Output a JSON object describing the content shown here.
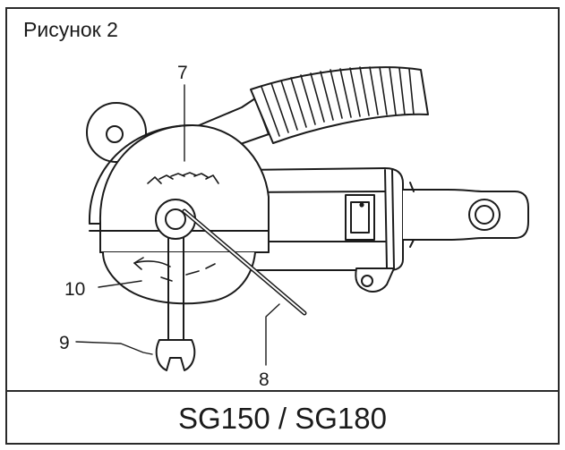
{
  "figure": {
    "title": "Рисунок 2",
    "caption": "SG150 / SG180"
  },
  "callouts": {
    "c7": "7",
    "c8": "8",
    "c9": "9",
    "c10": "10"
  },
  "colors": {
    "line": "#1b1b1b",
    "fill": "#ffffff",
    "shade": "#d9d9d9"
  }
}
